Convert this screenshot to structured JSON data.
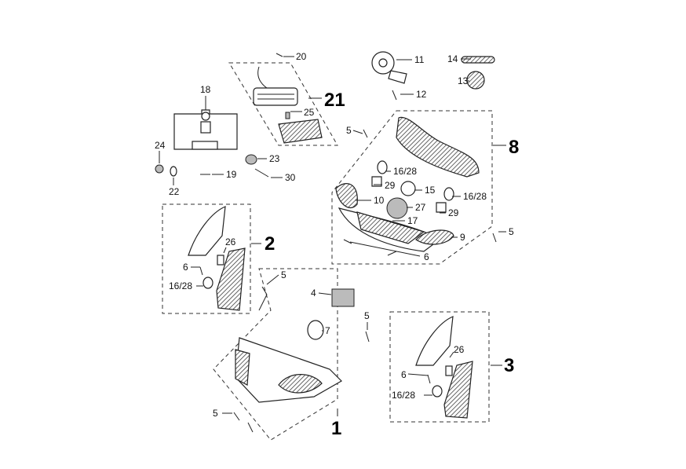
{
  "diagram": {
    "labels": [
      "20",
      "21",
      "25",
      "18",
      "24",
      "22",
      "19",
      "23",
      "30",
      "11",
      "12",
      "14",
      "13",
      "5",
      "8",
      "16/28",
      "29",
      "15",
      "16/28",
      "10",
      "27",
      "29",
      "17",
      "9",
      "5",
      "6",
      "2",
      "26",
      "6",
      "16/28",
      "5",
      "4",
      "7",
      "5",
      "1",
      "5",
      "3",
      "26",
      "6",
      "16/28"
    ],
    "group_labels": [
      "21",
      "8",
      "2",
      "1",
      "3"
    ],
    "line_color": "#222222"
  }
}
